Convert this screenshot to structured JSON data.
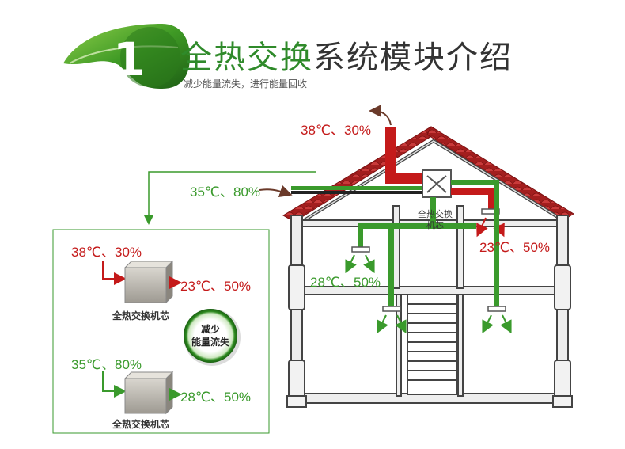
{
  "header": {
    "number": "1",
    "title_highlight": "全热交换",
    "title_rest": "系统模块介绍",
    "subtitle": "减少能量流失，进行能量回收"
  },
  "house": {
    "exhaust_label": "38℃、30%",
    "fresh_in_label": "35℃、80%",
    "unit_label_line1": "全热交换",
    "unit_label_line2": "机芯",
    "supply_right_label": "23℃、50%",
    "supply_left_label": "28℃、50%"
  },
  "panel": {
    "top_in_label": "38℃、30%",
    "top_out_label": "23℃、50%",
    "top_core_caption": "全热交换机芯",
    "badge_line1": "减少",
    "badge_line2": "能量流失",
    "bottom_in_label": "35℃、80%",
    "bottom_out_label": "28℃、50%",
    "bottom_core_caption": "全热交换机芯"
  },
  "colors": {
    "green": "#3a9a2c",
    "red": "#c41a1a",
    "dark": "#333333",
    "leaf_green": "#2d7a1f"
  }
}
